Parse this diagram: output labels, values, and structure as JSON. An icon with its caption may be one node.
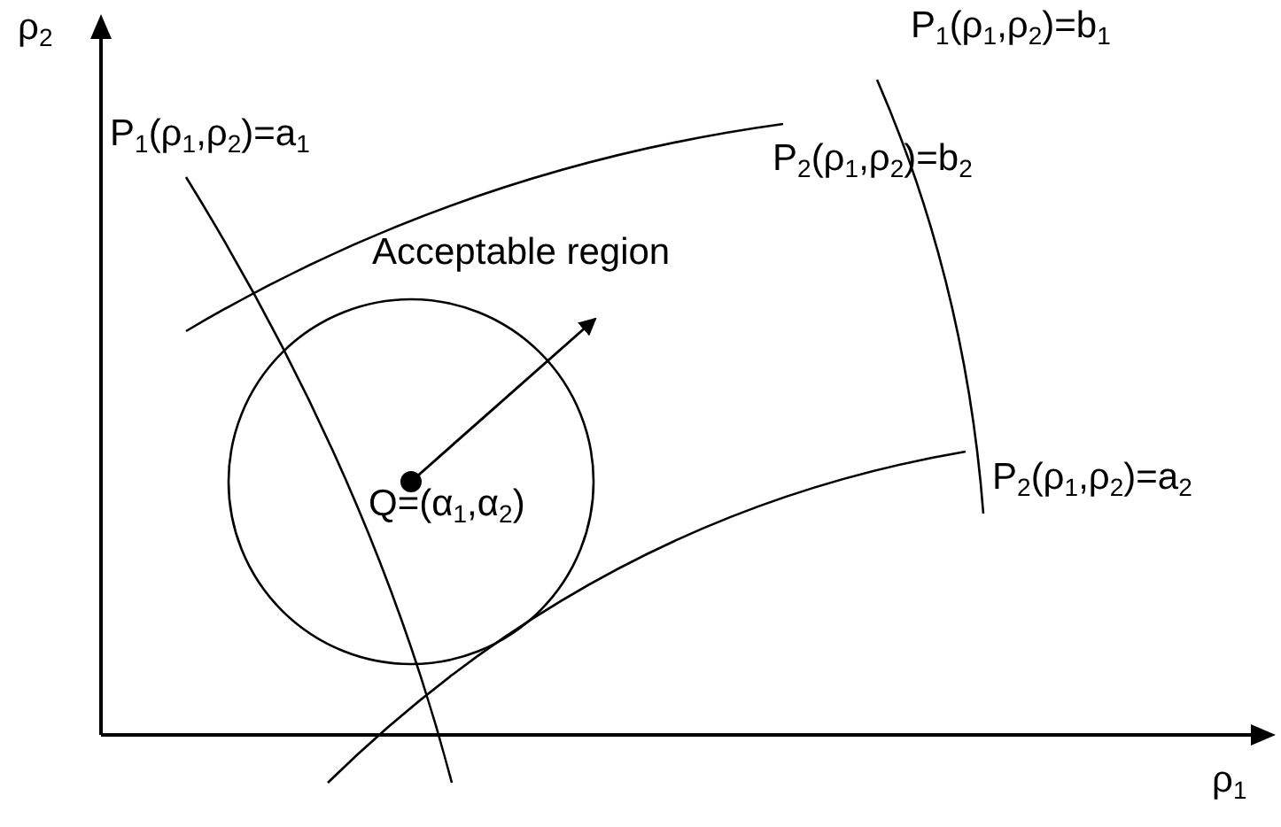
{
  "diagram": {
    "labels": [
      "ρ$_{2}$",
      "P$_{1}$(ρ$_{1}$,ρ$_{2}$)=b$_{1}$",
      "P$_{2}$(ρ$_{1}$,ρ$_{2}$)=b$_{2}$",
      "P$_{1}$(ρ$_{1}$,ρ$_{2}$)=a$_{1}$",
      "Acceptable region",
      "Q=(α$_{1}$,α$_{2}$)",
      "P$_{2}$(ρ$_{1}$,ρ$_{2}$)=a$_{2}$",
      "ρ$_{1}$"
    ]
  }
}
